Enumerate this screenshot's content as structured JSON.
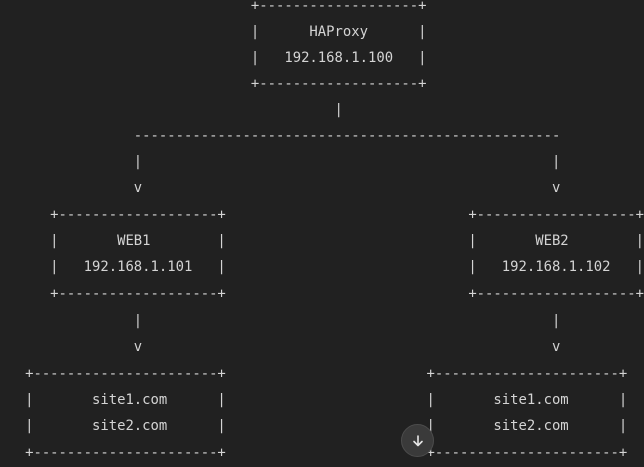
{
  "code_lines": [
    "                              +-------------------+",
    "                              |      HAProxy      |",
    "                              |   192.168.1.100   |",
    "                              +-------------------+",
    "                                        |",
    "                ---------------------------------------------------",
    "                |                                                 |",
    "                v                                                 v",
    "      +-------------------+                             +-------------------+",
    "      |       WEB1        |                             |       WEB2        |",
    "      |   192.168.1.101   |                             |   192.168.1.102   |",
    "      +-------------------+                             +-------------------+",
    "                |                                                 |",
    "                v                                                 v",
    "   +----------------------+                        +----------------------+",
    "   |       site1.com      |                        |       site1.com      |",
    "   |       site2.com      |                        |       site2.com      |",
    "   +----------------------+                        +----------------------+"
  ],
  "scroll_button": {
    "icon": "arrow-down-icon",
    "color": "#e6e6e6"
  }
}
